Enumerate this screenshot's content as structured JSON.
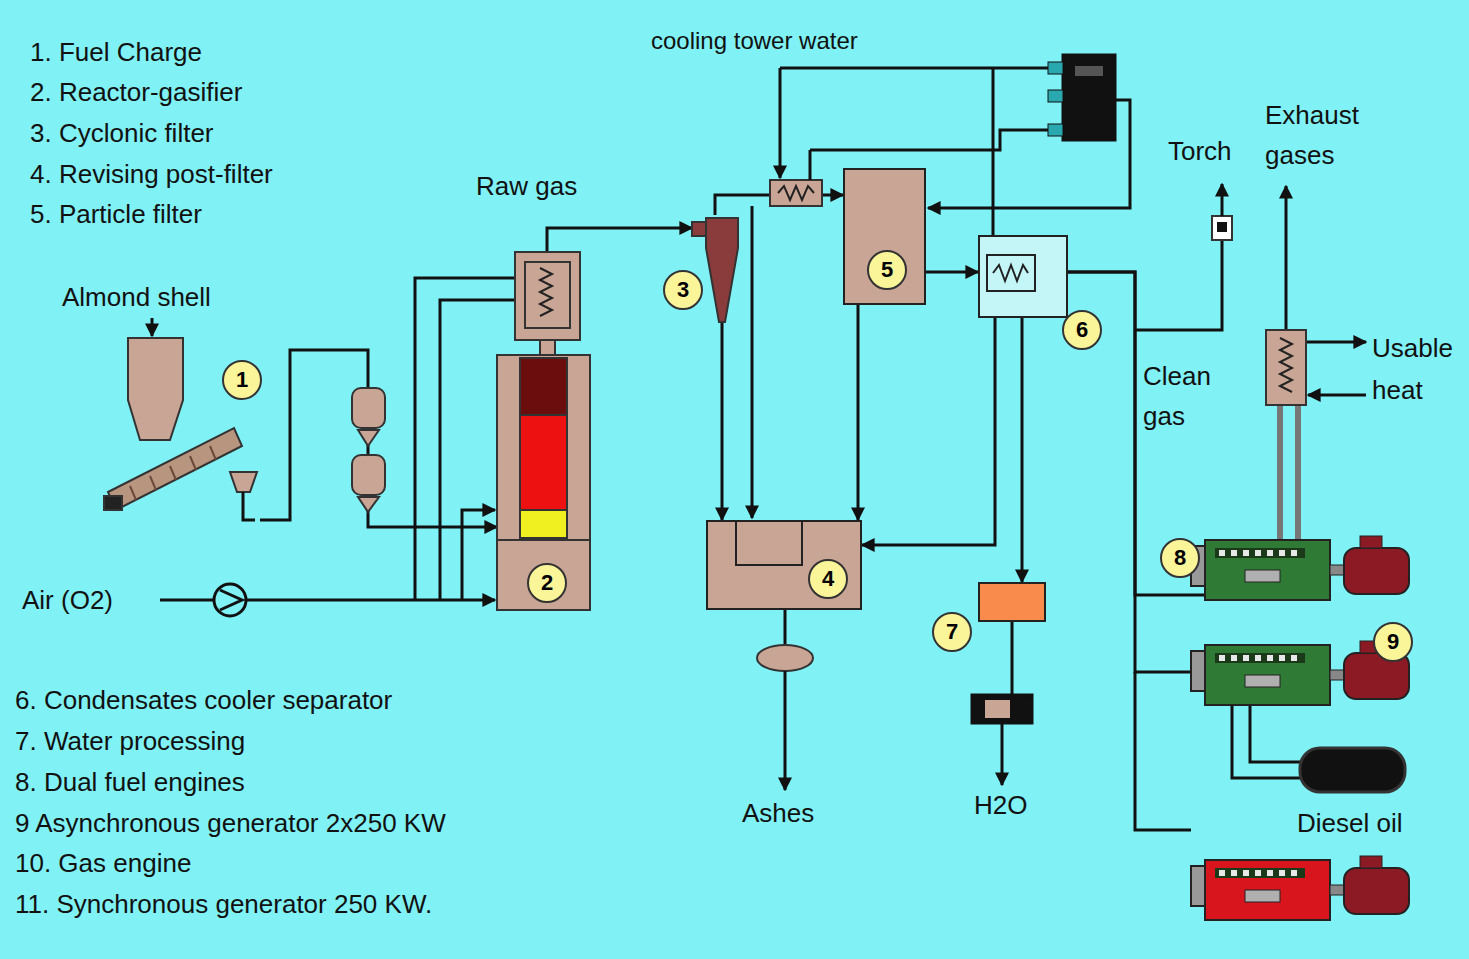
{
  "diagram": {
    "nodes": [
      {
        "text": [
          "1"
        ]
      },
      {
        "text": [
          "2"
        ]
      },
      {
        "text": [
          "3"
        ]
      },
      {
        "text": [
          "4"
        ]
      },
      {
        "text": [
          "5"
        ]
      },
      {
        "text": [
          "6"
        ]
      },
      {
        "text": [
          "7"
        ]
      },
      {
        "text": [
          "8"
        ]
      },
      {
        "text": [
          "9"
        ]
      }
    ],
    "edges": [
      {
        "from": 0,
        "to": 1,
        "arrow": "to"
      },
      {
        "from": 1,
        "to": 2,
        "arrow": "to"
      },
      {
        "from": 2,
        "to": 3,
        "arrow": "to"
      },
      {
        "from": 2,
        "to": 4,
        "arrow": "to"
      },
      {
        "from": 4,
        "to": 3,
        "arrow": "to"
      },
      {
        "from": 4,
        "to": 5,
        "arrow": "to"
      },
      {
        "from": 5,
        "to": 3,
        "arrow": "to"
      },
      {
        "from": 5,
        "to": 6,
        "arrow": "to"
      },
      {
        "from": 5,
        "to": 7,
        "arrow": "none"
      },
      {
        "from": 5,
        "to": 8,
        "arrow": "none"
      }
    ],
    "labels": [
      "1. Fuel Charge",
      "2. Reactor-gasifier",
      "3. Cyclonic filter",
      "4. Revising post-filter",
      "5. Particle filter",
      "Almond shell",
      "Raw gas",
      "cooling tower water",
      "Torch",
      "Exhaust gases",
      "Usable heat",
      "Clean gas",
      "Air (O2)",
      "6. Condensates cooler separator",
      "7. Water processing",
      "8. Dual fuel engines",
      "9 Asynchronous generator 2x250 KW",
      "10. Gas engine",
      "11. Synchronous generator 250 KW.",
      "Ashes",
      "H2O",
      "Diesel oil"
    ]
  }
}
